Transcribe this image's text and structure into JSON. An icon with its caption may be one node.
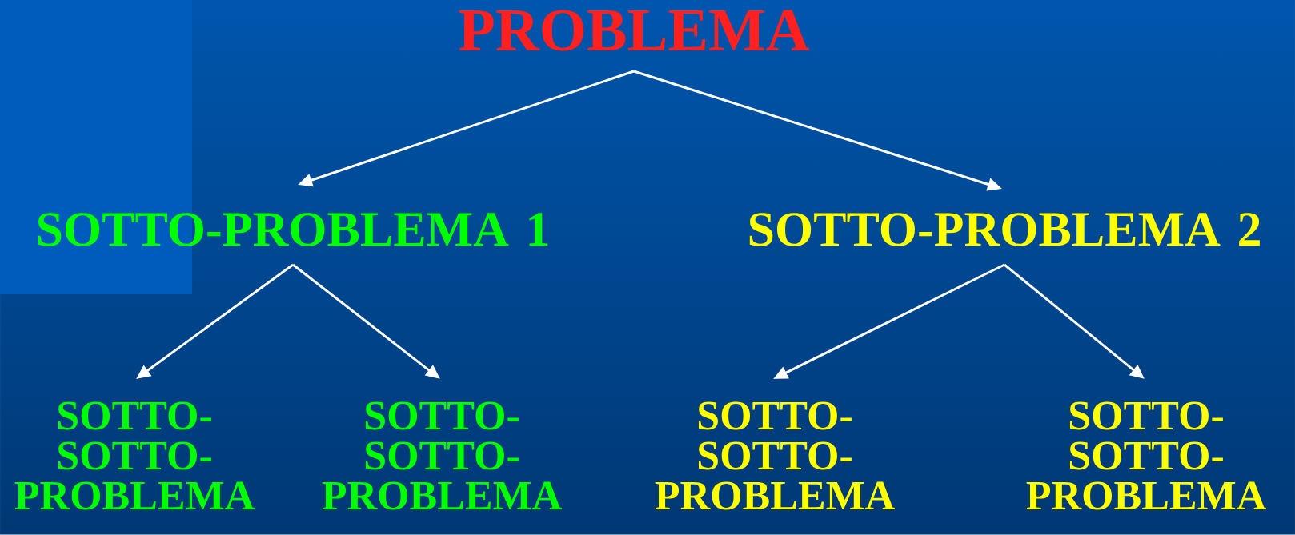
{
  "diagram": {
    "nodes": [
      {
        "text": [
          "PROBLEMA"
        ]
      },
      {
        "text": [
          "SOTTO-PROBLEMA 1"
        ]
      },
      {
        "text": [
          "SOTTO-PROBLEMA 2"
        ]
      },
      {
        "text": [
          "SOTTO- SOTTO- PROBLEMA"
        ]
      },
      {
        "text": [
          "SOTTO- SOTTO- PROBLEMA"
        ]
      },
      {
        "text": [
          "SOTTO- SOTTO- PROBLEMA"
        ]
      },
      {
        "text": [
          "SOTTO- SOTTO- PROBLEMA"
        ]
      }
    ],
    "edges": [
      {
        "from": 0,
        "to": 1,
        "arrow": "to"
      },
      {
        "from": 0,
        "to": 2,
        "arrow": "to"
      },
      {
        "from": 1,
        "to": 3,
        "arrow": "to"
      },
      {
        "from": 1,
        "to": 4,
        "arrow": "to"
      },
      {
        "from": 2,
        "to": 5,
        "arrow": "to"
      },
      {
        "from": 2,
        "to": 6,
        "arrow": "to"
      }
    ]
  }
}
